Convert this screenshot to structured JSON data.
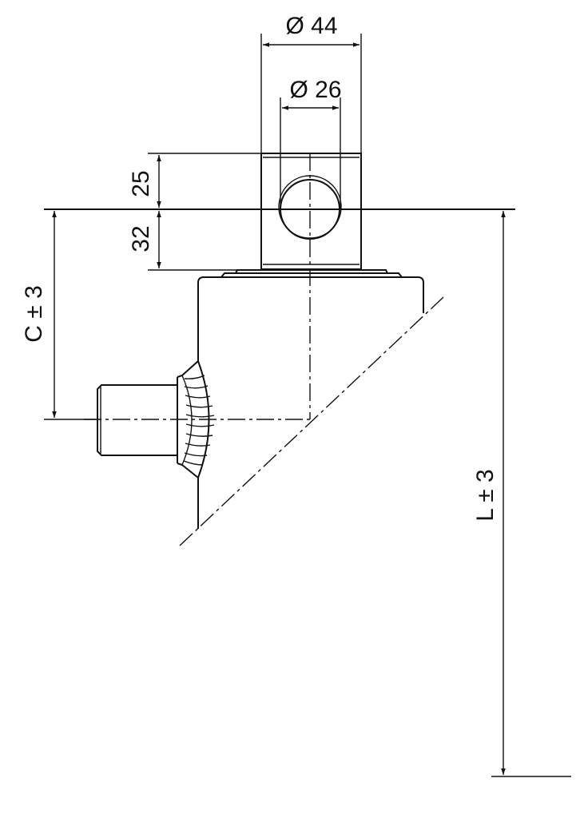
{
  "drawing": {
    "dimensions": {
      "outer_diameter": "Ø 44",
      "pin_diameter": "Ø 26",
      "top_height": "25",
      "bottom_height": "32",
      "port_offset": "C ± 3",
      "length": "L ± 3"
    },
    "colors": {
      "line": "#111111",
      "background": "#ffffff"
    }
  }
}
